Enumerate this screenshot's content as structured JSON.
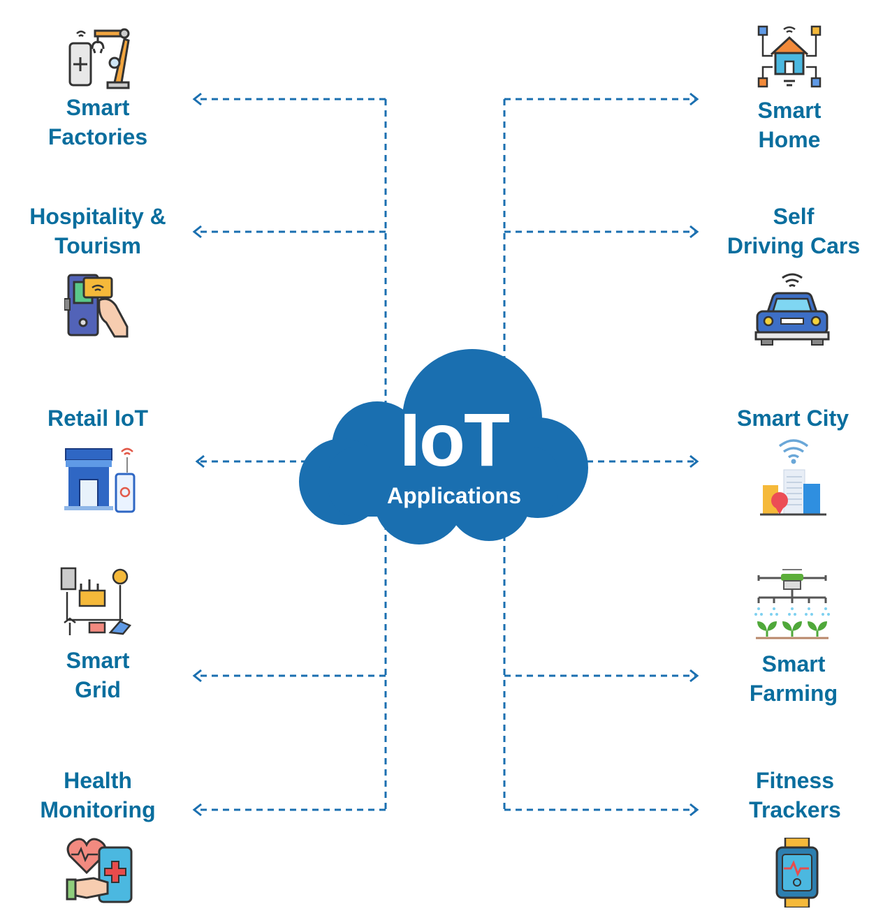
{
  "cloud": {
    "title": "IoT",
    "subtitle": "Applications",
    "color": "#1a6fb0"
  },
  "colors": {
    "label": "#0a6e9e",
    "connector": "#1a6fb0",
    "background": "#ffffff"
  },
  "left": [
    {
      "line1": "Smart",
      "line2": "Factories",
      "icon": "robot-arm-phone-icon"
    },
    {
      "line1": "Hospitality &",
      "line2": "Tourism",
      "icon": "keycard-door-lock-icon"
    },
    {
      "line1": "Retail IoT",
      "line2": "",
      "icon": "store-phone-icon"
    },
    {
      "line1": "Smart",
      "line2": "Grid",
      "icon": "power-grid-icon"
    },
    {
      "line1": "Health",
      "line2": "Monitoring",
      "icon": "heart-phone-medical-icon"
    }
  ],
  "right": [
    {
      "line1": "Smart",
      "line2": "Home",
      "icon": "smart-home-network-icon"
    },
    {
      "line1": "Self",
      "line2": "Driving Cars",
      "icon": "connected-car-icon"
    },
    {
      "line1": "Smart City",
      "line2": "",
      "icon": "city-wifi-icon"
    },
    {
      "line1": "Smart",
      "line2": "Farming",
      "icon": "drone-irrigation-icon"
    },
    {
      "line1": "Fitness",
      "line2": "Trackers",
      "icon": "smartwatch-heartbeat-icon"
    }
  ]
}
